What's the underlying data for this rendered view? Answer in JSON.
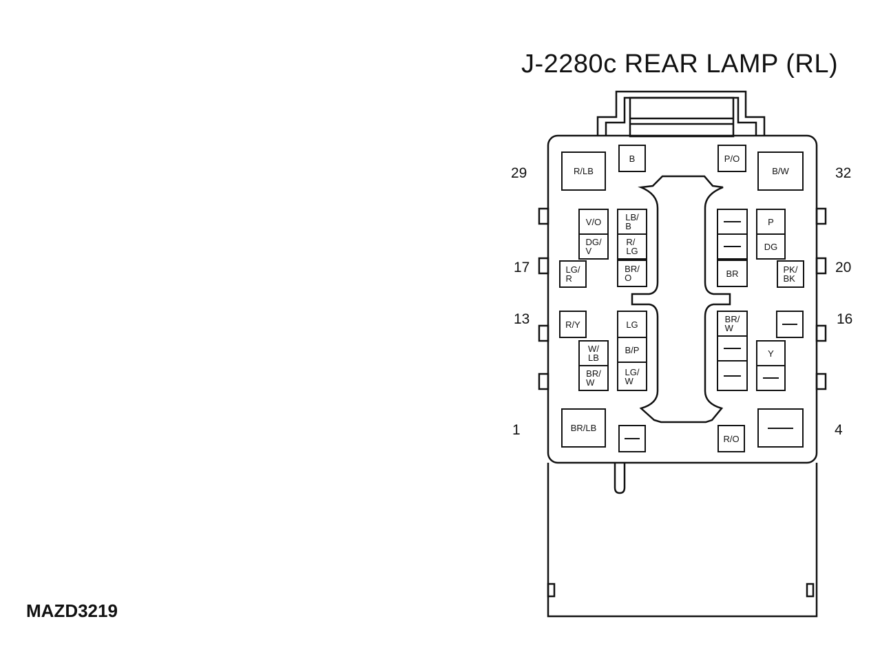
{
  "title": "J-2280c REAR LAMP (RL)",
  "figure_ref": "MAZD3219",
  "pin_numbers": {
    "p29": "29",
    "p32": "32",
    "p17": "17",
    "p20": "20",
    "p13": "13",
    "p16": "16",
    "p1": "1",
    "p4": "4"
  },
  "wires": {
    "r_lb": "R/LB",
    "b": "B",
    "p_o": "P/O",
    "b_w": "B/W",
    "v_o": "V/O",
    "dg_v": "DG/\nV",
    "lg_r_top": "LG/\nR",
    "lb_b": "LB/\nB",
    "r_lg": "R/\nLG",
    "br_o": "BR/\nO",
    "br_mid": "BR",
    "p": "P",
    "dg": "DG",
    "pk_bk": "PK/\nBK",
    "r_y": "R/Y",
    "w_lb": "W/\nLB",
    "br_w_left": "BR/\nW",
    "lg": "LG",
    "b_p": "B/P",
    "lg_w": "LG/\nW",
    "br_w_right": "BR/\nW",
    "y": "Y",
    "br_lb": "BR/LB",
    "r_o": "R/O"
  }
}
